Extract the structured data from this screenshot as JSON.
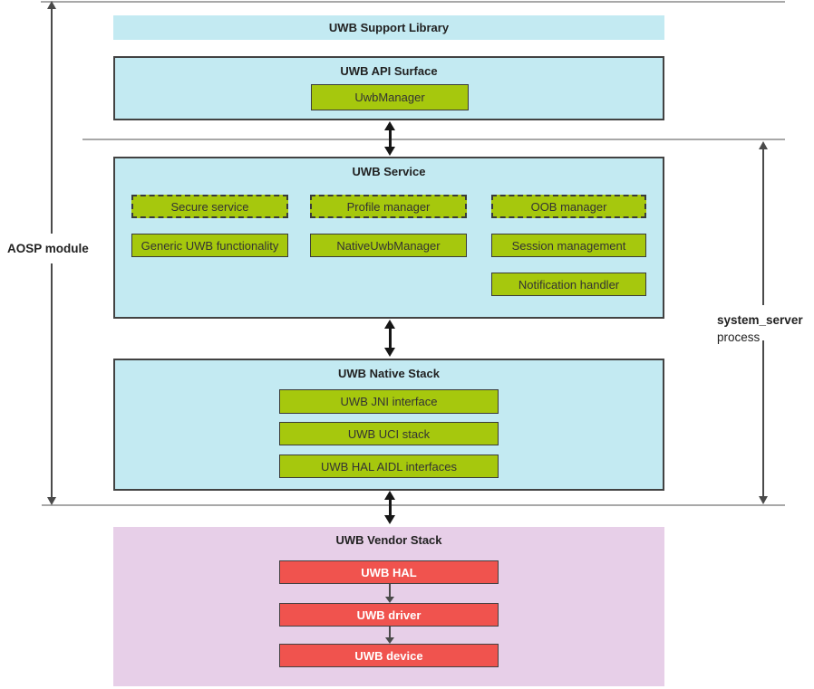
{
  "diagram": {
    "side_labels": {
      "aosp_module": "AOSP module",
      "system_server_line1": "system_server",
      "system_server_line2": "process"
    },
    "support_library": {
      "title": "UWB Support Library"
    },
    "api_surface": {
      "title": "UWB API Surface",
      "items": [
        "UwbManager"
      ]
    },
    "service": {
      "title": "UWB Service",
      "dashed_items": [
        "Secure service",
        "Profile manager",
        "OOB manager"
      ],
      "solid_items": [
        "Generic UWB functionality",
        "NativeUwbManager",
        "Session management"
      ],
      "extra_items": [
        "Notification handler"
      ]
    },
    "native_stack": {
      "title": "UWB Native Stack",
      "items": [
        "UWB JNI interface",
        "UWB UCI stack",
        "UWB HAL AIDL interfaces"
      ]
    },
    "vendor_stack": {
      "title": "UWB Vendor Stack",
      "items": [
        "UWB HAL",
        "UWB driver",
        "UWB device"
      ]
    }
  },
  "colors": {
    "light_blue": "#c3eaf2",
    "green": "#a6c80d",
    "pink": "#e7cfe8",
    "red": "#f0534e",
    "red_text": "#ffffff",
    "box_border": "#424242",
    "chip_border": "#3a3a3a",
    "chip_text": "#333333",
    "line_gray": "#a8a8a8",
    "arrow_black": "#161616",
    "bracket": "#4a4a4a",
    "text_dark": "#212121"
  }
}
